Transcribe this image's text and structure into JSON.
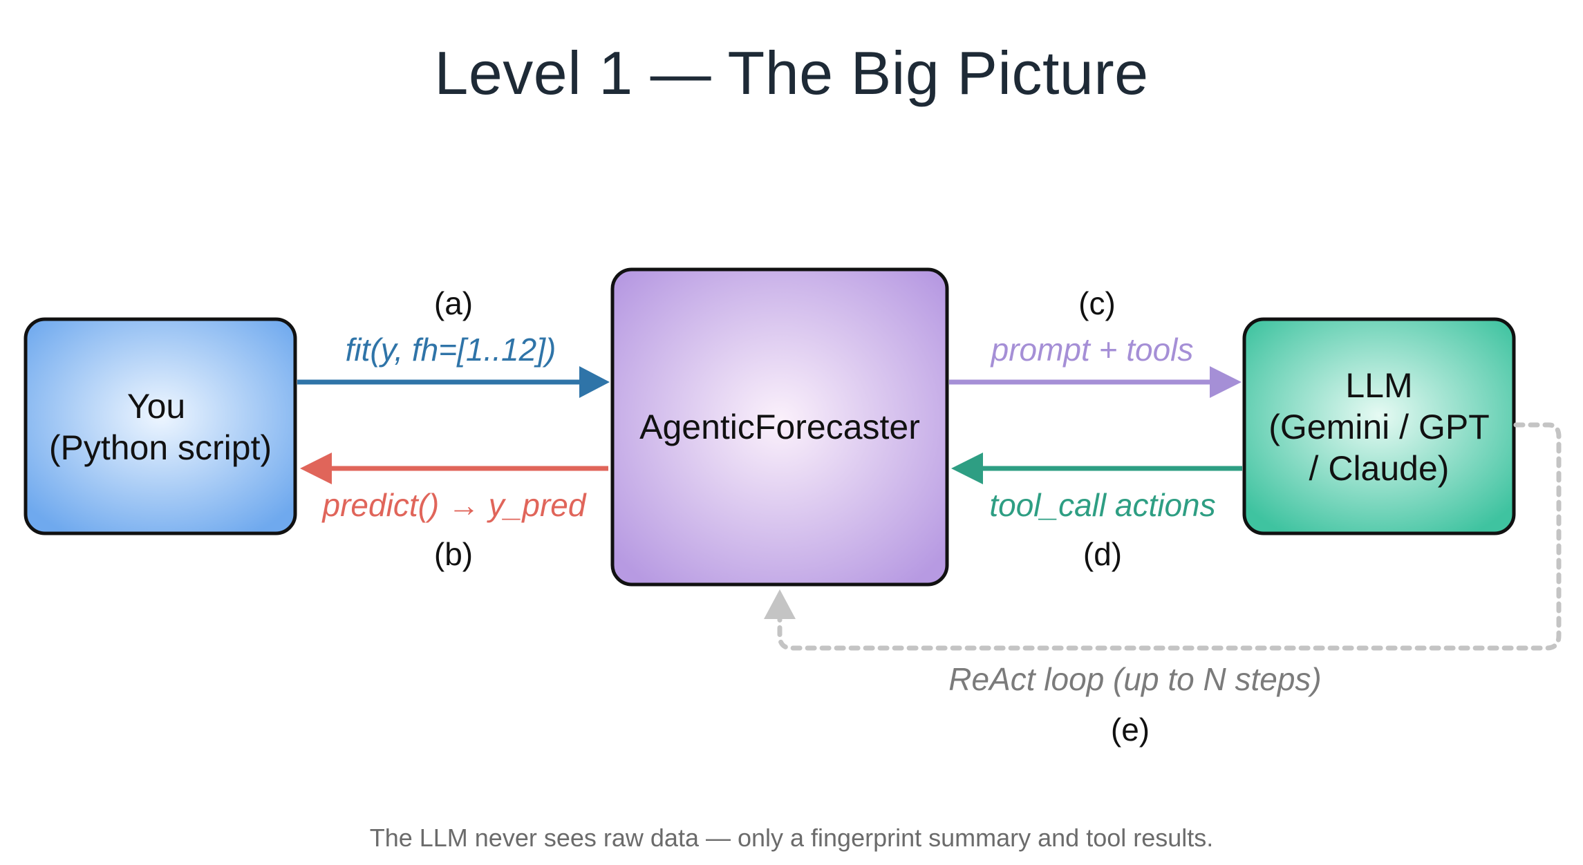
{
  "title": "Level 1 — The Big Picture",
  "nodes": {
    "you": {
      "line1": "You",
      "line2": "(Python script)"
    },
    "agent": {
      "label": "AgenticForecaster"
    },
    "llm": {
      "line1": "LLM",
      "line2": "(Gemini / GPT",
      "line3": "/ Claude)"
    }
  },
  "edges": {
    "a": {
      "step": "(a)",
      "label": "fit(y, fh=[1..12])",
      "color": "#2f74a8"
    },
    "b": {
      "step": "(b)",
      "label": "predict() → y_pred",
      "color": "#e0655a"
    },
    "c": {
      "step": "(c)",
      "label": "prompt + tools",
      "color": "#a58fd6"
    },
    "d": {
      "step": "(d)",
      "label": "tool_call actions",
      "color": "#2e9e83"
    },
    "e": {
      "step": "(e)",
      "label": "ReAct loop (up to N steps)",
      "color": "#c4c4c4"
    }
  },
  "caption": "The LLM never sees raw data — only a fingerprint summary and tool results."
}
